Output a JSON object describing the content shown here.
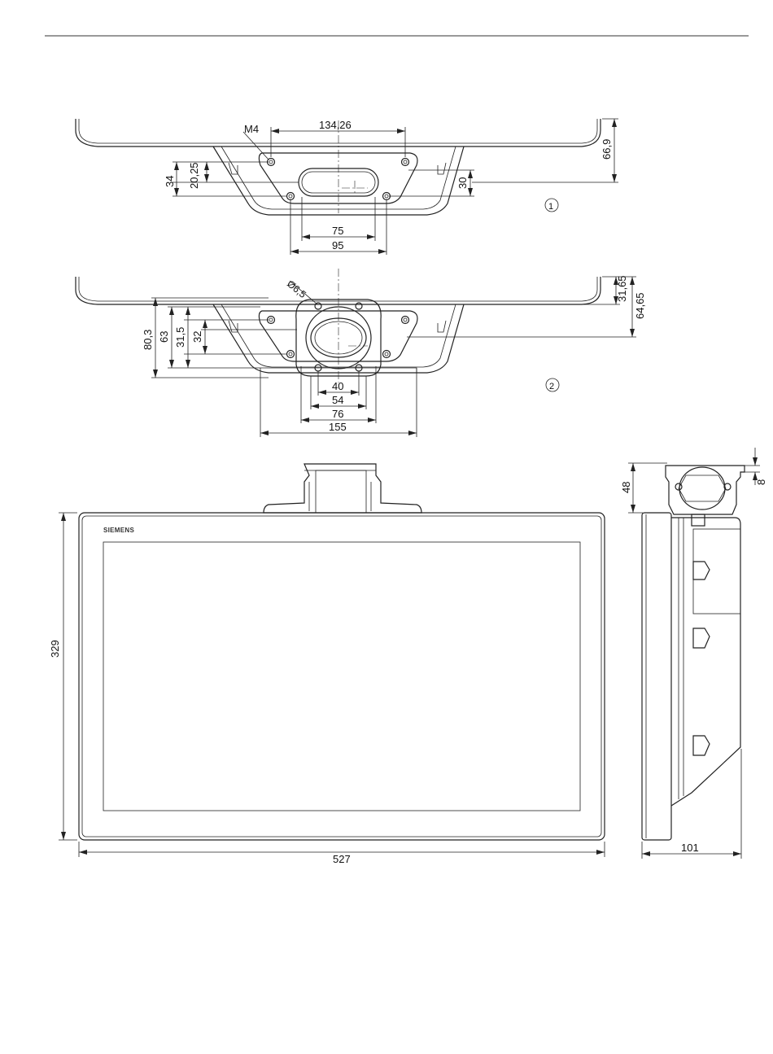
{
  "view1": {
    "marker": "1",
    "thread": "M4",
    "dims": {
      "hole_spacing_top": "134,26",
      "height_total": "66,9",
      "offset_34": "34",
      "offset_20_25": "20,25",
      "offset_30": "30",
      "slot_75": "75",
      "slot_95": "95"
    }
  },
  "view2": {
    "marker": "2",
    "hole_dia": "Ø6,5",
    "dims": {
      "h_31_65": "31,65",
      "h_64_65": "64,65",
      "h_80_3": "80,3",
      "h_63": "63",
      "h_31_5": "31,5",
      "h_32": "32",
      "w_40": "40",
      "w_54": "54",
      "w_76": "76",
      "w_155": "155"
    }
  },
  "front_view": {
    "brand": "SIEMENS",
    "height": "329",
    "width": "527"
  },
  "side_view": {
    "height_48": "48",
    "gap_8": "8",
    "depth": "101"
  }
}
